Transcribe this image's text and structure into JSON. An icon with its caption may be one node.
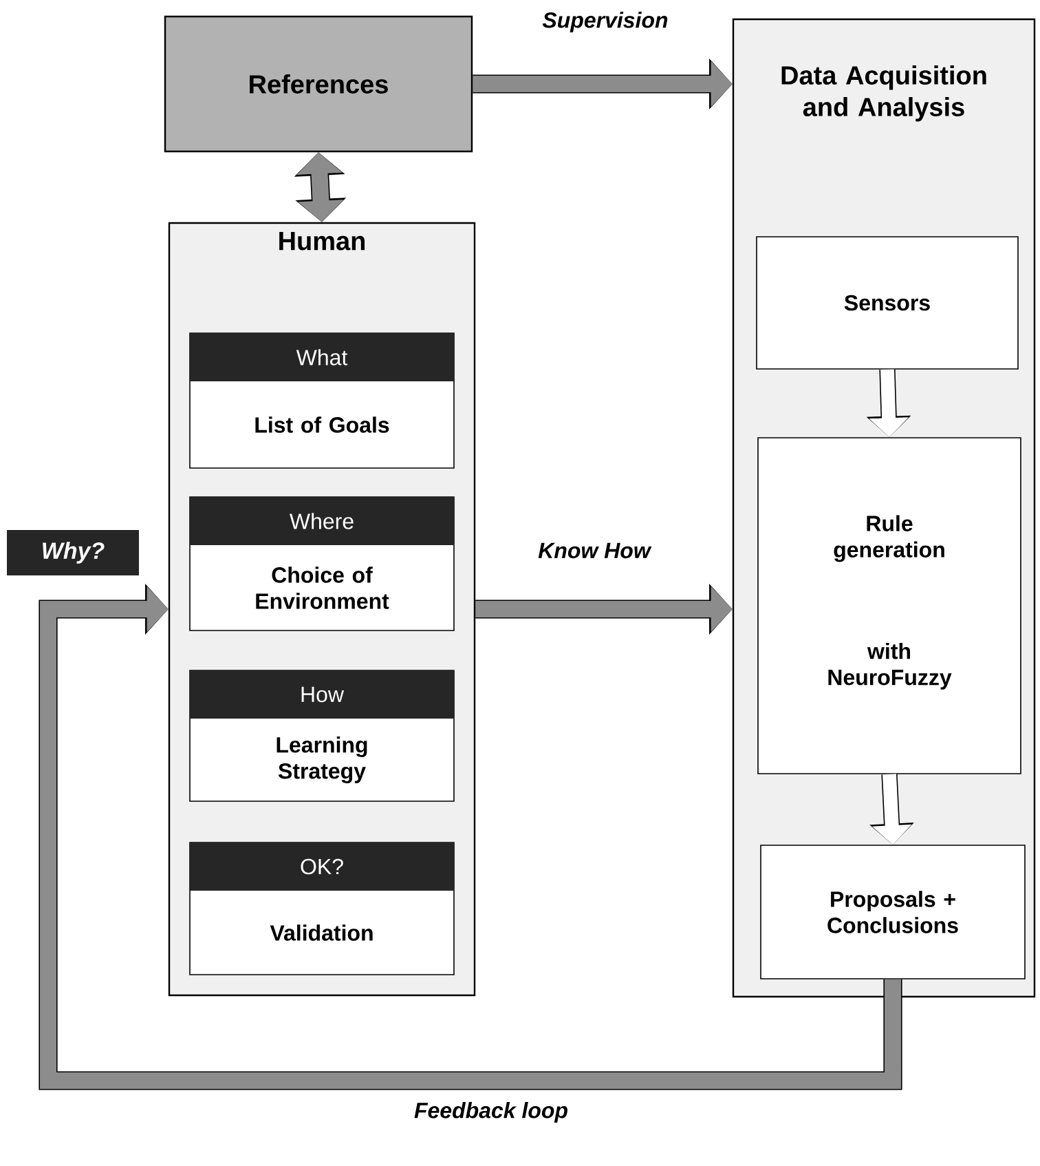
{
  "diagram": {
    "nodes": [
      {
        "text": [
          "References"
        ]
      },
      {
        "text": [
          "Human"
        ]
      },
      {
        "text": [
          "What",
          "List of Goals"
        ],
        "in": 1
      },
      {
        "text": [
          "Where",
          "Choice of Environment"
        ],
        "in": 1
      },
      {
        "text": [
          "How",
          "Learning Strategy"
        ],
        "in": 1
      },
      {
        "text": [
          "OK?",
          "Validation"
        ],
        "in": 1
      },
      {
        "text": [
          "Data Acquisition and Analysis"
        ]
      },
      {
        "text": [
          "Sensors"
        ],
        "in": 6
      },
      {
        "text": [
          "Rule generation",
          "with NeuroFuzzy"
        ],
        "in": 6
      },
      {
        "text": [
          "Proposals + Conclusions"
        ],
        "in": 6
      },
      {
        "text": [
          "Why?"
        ]
      }
    ],
    "edges": [
      {
        "from": 0,
        "to": 6,
        "arrow": "to",
        "label": "Supervision"
      },
      {
        "from": 0,
        "to": 1,
        "arrow": "both"
      },
      {
        "from": 1,
        "to": 6,
        "arrow": "to",
        "label": "Know How"
      },
      {
        "from": 7,
        "to": 8,
        "arrow": "to",
        "color": "#ffffff"
      },
      {
        "from": 8,
        "to": 9,
        "arrow": "to",
        "color": "#ffffff"
      },
      {
        "from": 9,
        "to": 1,
        "arrow": "to",
        "label": "Feedback loop"
      }
    ]
  }
}
